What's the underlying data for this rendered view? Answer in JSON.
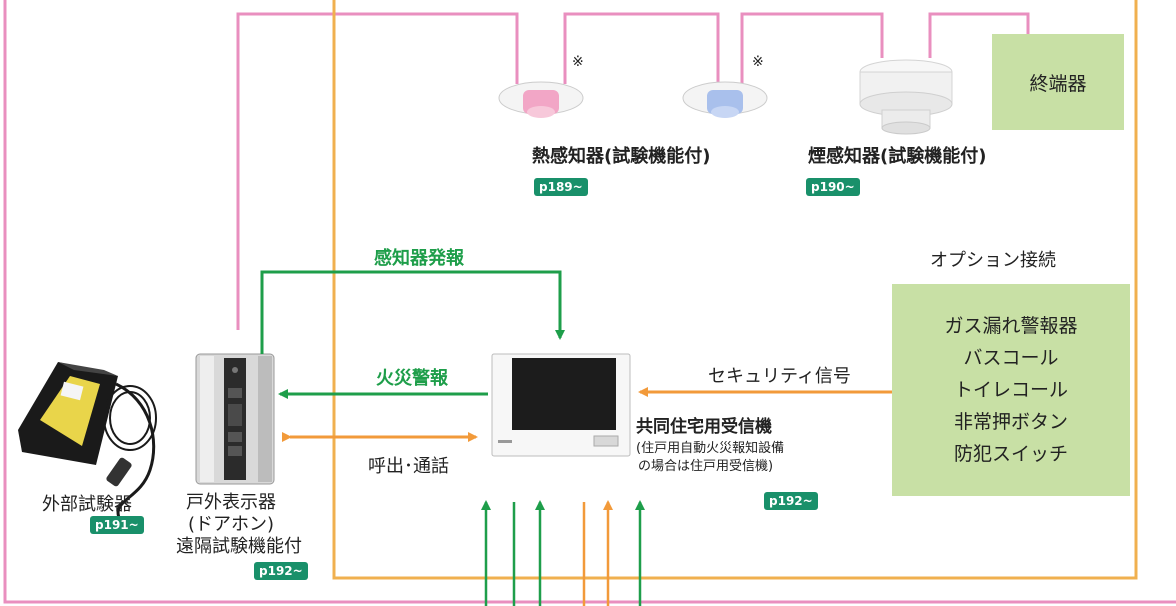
{
  "devices": {
    "heat_detector": {
      "label": "熱感知器(試験機能付)",
      "page": "p189~"
    },
    "smoke_detector": {
      "label": "煙感知器(試験機能付)",
      "page": "p190~"
    },
    "terminator": {
      "label": "終端器"
    },
    "external_tester": {
      "label": "外部試験器",
      "page": "p191~"
    },
    "door_phone": {
      "line1": "戸外表示器",
      "line2": "(ドアホン)",
      "line3": "遠隔試験機能付",
      "page": "p192~"
    },
    "receiver": {
      "title": "共同住宅用受信機",
      "note1": "(住戸用自動火災報知設備",
      "note2": "の場合は住戸用受信機)",
      "page": "p192~"
    }
  },
  "signals": {
    "detector_alarm": "感知器発報",
    "fire_alarm": "火災警報",
    "call": "呼出･通話",
    "security": "セキュリティ信号"
  },
  "marks": {
    "note_mark": "※"
  },
  "options": {
    "title": "オプション接続",
    "items": [
      "ガス漏れ警報器",
      "バスコール",
      "トイレコール",
      "非常押ボタン",
      "防犯スイッチ"
    ]
  },
  "colors": {
    "pink": "#e98fbf",
    "orange": "#f0b04f",
    "green": "#1e9e4a",
    "arrow_orange": "#f29a3a",
    "box": "#c8e0a5",
    "badge": "#19906a"
  }
}
